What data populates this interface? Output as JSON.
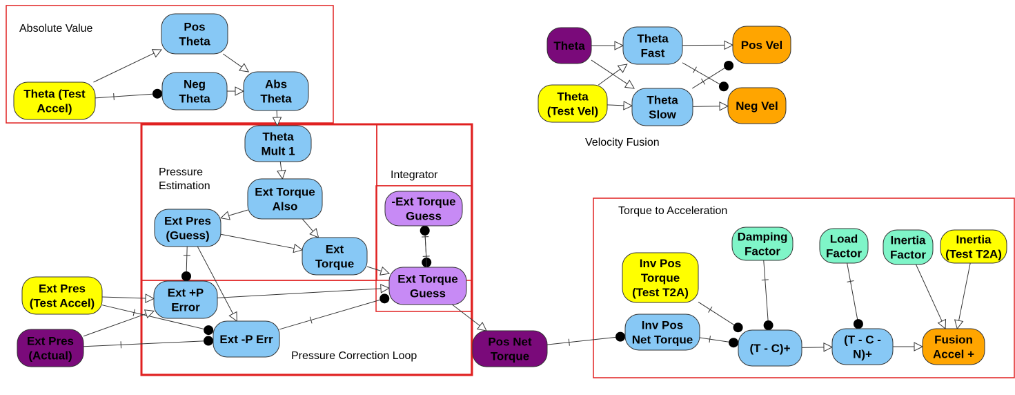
{
  "colors": {
    "blue": "#87c8f5",
    "yellow": "#ffff00",
    "purple": "#7a0a7a",
    "lavender": "#c78af5",
    "orange": "#ffa500",
    "mint": "#7ff5c8",
    "box_red": "#e02020"
  },
  "groups": [
    {
      "id": "absolute-value",
      "label": "Absolute Value"
    },
    {
      "id": "pressure-estimation",
      "label": "Pressure\nEstimation"
    },
    {
      "id": "integrator",
      "label": "Integrator"
    },
    {
      "id": "integrator-inner",
      "label": ""
    },
    {
      "id": "pressure-correction-loop",
      "label": "Pressure Correction Loop"
    },
    {
      "id": "velocity-fusion",
      "label": "Velocity Fusion"
    },
    {
      "id": "torque-to-acceleration",
      "label": "Torque to Acceleration"
    }
  ],
  "nodes": [
    {
      "id": "pos-theta",
      "label": "Pos\nTheta",
      "color": "blue"
    },
    {
      "id": "theta-test-accel",
      "label": "Theta (Test\nAccel)",
      "color": "yellow"
    },
    {
      "id": "neg-theta",
      "label": "Neg\nTheta",
      "color": "blue"
    },
    {
      "id": "abs-theta",
      "label": "Abs\nTheta",
      "color": "blue"
    },
    {
      "id": "theta-mult-1",
      "label": "Theta\nMult 1",
      "color": "blue"
    },
    {
      "id": "ext-torque-also",
      "label": "Ext Torque\nAlso",
      "color": "blue"
    },
    {
      "id": "ext-pres-guess",
      "label": "Ext Pres\n(Guess)",
      "color": "blue"
    },
    {
      "id": "ext-torque",
      "label": "Ext\nTorque",
      "color": "blue"
    },
    {
      "id": "neg-ext-torque-guess",
      "label": "-Ext Torque\nGuess",
      "color": "lavender"
    },
    {
      "id": "ext-torque-guess",
      "label": "Ext Torque\nGuess",
      "color": "lavender"
    },
    {
      "id": "ext-pres-test-accel",
      "label": "Ext Pres\n(Test Accel)",
      "color": "yellow"
    },
    {
      "id": "ext-pres-actual",
      "label": "Ext Pres\n(Actual)",
      "color": "purple"
    },
    {
      "id": "ext-p-plus-error",
      "label": "Ext +P\nError",
      "color": "blue"
    },
    {
      "id": "ext-p-minus-err",
      "label": "Ext -P Err",
      "color": "blue"
    },
    {
      "id": "pos-net-torque",
      "label": "Pos Net\nTorque",
      "color": "purple"
    },
    {
      "id": "theta",
      "label": "Theta",
      "color": "purple"
    },
    {
      "id": "theta-fast",
      "label": "Theta\nFast",
      "color": "blue"
    },
    {
      "id": "pos-vel",
      "label": "Pos Vel",
      "color": "orange"
    },
    {
      "id": "theta-test-vel",
      "label": "Theta\n(Test Vel)",
      "color": "yellow"
    },
    {
      "id": "theta-slow",
      "label": "Theta\nSlow",
      "color": "blue"
    },
    {
      "id": "neg-vel",
      "label": "Neg Vel",
      "color": "orange"
    },
    {
      "id": "damping-factor",
      "label": "Damping\nFactor",
      "color": "mint"
    },
    {
      "id": "load-factor",
      "label": "Load\nFactor",
      "color": "mint"
    },
    {
      "id": "inertia-factor",
      "label": "Inertia\nFactor",
      "color": "mint"
    },
    {
      "id": "inertia-test-t2a",
      "label": "Inertia\n(Test T2A)",
      "color": "yellow"
    },
    {
      "id": "inv-pos-torque-test-t2a",
      "label": "Inv Pos\nTorque\n(Test T2A)",
      "color": "yellow"
    },
    {
      "id": "inv-pos-net-torque",
      "label": "Inv Pos\nNet Torque",
      "color": "blue"
    },
    {
      "id": "t-minus-c-plus",
      "label": "(T - C)+",
      "color": "blue"
    },
    {
      "id": "t-c-n-plus",
      "label": "(T - C -\nN)+",
      "color": "blue"
    },
    {
      "id": "fusion-accel-plus",
      "label": "Fusion\nAccel +",
      "color": "orange"
    }
  ],
  "edges": [
    {
      "from": "theta-test-accel",
      "to": "pos-theta",
      "head": "triangle"
    },
    {
      "from": "theta-test-accel",
      "to": "neg-theta",
      "head": "dot"
    },
    {
      "from": "pos-theta",
      "to": "abs-theta",
      "head": "triangle"
    },
    {
      "from": "neg-theta",
      "to": "abs-theta",
      "head": "triangle"
    },
    {
      "from": "abs-theta",
      "to": "theta-mult-1",
      "head": "triangle"
    },
    {
      "from": "theta-mult-1",
      "to": "ext-torque-also",
      "head": "triangle"
    },
    {
      "from": "ext-torque-also",
      "to": "ext-pres-guess",
      "head": "triangle"
    },
    {
      "from": "ext-torque-also",
      "to": "ext-torque",
      "head": "triangle"
    },
    {
      "from": "ext-pres-guess",
      "to": "ext-torque",
      "head": "triangle"
    },
    {
      "from": "ext-pres-guess",
      "to": "ext-p-plus-error",
      "head": "dot"
    },
    {
      "from": "ext-pres-guess",
      "to": "ext-p-minus-err",
      "head": "triangle"
    },
    {
      "from": "ext-torque",
      "to": "ext-torque-guess",
      "head": "triangle"
    },
    {
      "from": "neg-ext-torque-guess",
      "to": "ext-torque-guess",
      "head": "dot"
    },
    {
      "from": "ext-torque-guess",
      "to": "neg-ext-torque-guess",
      "head": "dot"
    },
    {
      "from": "ext-pres-test-accel",
      "to": "ext-p-plus-error",
      "head": "triangle"
    },
    {
      "from": "ext-pres-test-accel",
      "to": "ext-p-minus-err",
      "head": "dot"
    },
    {
      "from": "ext-pres-actual",
      "to": "ext-p-plus-error",
      "head": "triangle"
    },
    {
      "from": "ext-pres-actual",
      "to": "ext-p-minus-err",
      "head": "dot"
    },
    {
      "from": "ext-p-plus-error",
      "to": "ext-torque-guess",
      "head": "triangle"
    },
    {
      "from": "ext-p-minus-err",
      "to": "ext-torque-guess",
      "head": "dot"
    },
    {
      "from": "ext-torque-guess",
      "to": "pos-net-torque",
      "head": "triangle"
    },
    {
      "from": "pos-net-torque",
      "to": "inv-pos-net-torque",
      "head": "dot"
    },
    {
      "from": "theta",
      "to": "theta-fast",
      "head": "triangle"
    },
    {
      "from": "theta",
      "to": "theta-slow",
      "head": "triangle"
    },
    {
      "from": "theta-test-vel",
      "to": "theta-fast",
      "head": "triangle"
    },
    {
      "from": "theta-test-vel",
      "to": "theta-slow",
      "head": "triangle"
    },
    {
      "from": "theta-fast",
      "to": "pos-vel",
      "head": "triangle"
    },
    {
      "from": "theta-fast",
      "to": "neg-vel",
      "head": "dot"
    },
    {
      "from": "theta-slow",
      "to": "pos-vel",
      "head": "dot"
    },
    {
      "from": "theta-slow",
      "to": "neg-vel",
      "head": "triangle"
    },
    {
      "from": "inv-pos-net-torque",
      "to": "t-minus-c-plus",
      "head": "dot"
    },
    {
      "from": "inv-pos-torque-test-t2a",
      "to": "t-minus-c-plus",
      "head": "dot"
    },
    {
      "from": "damping-factor",
      "to": "t-minus-c-plus",
      "head": "dot"
    },
    {
      "from": "t-minus-c-plus",
      "to": "t-c-n-plus",
      "head": "triangle"
    },
    {
      "from": "load-factor",
      "to": "t-c-n-plus",
      "head": "dot"
    },
    {
      "from": "t-c-n-plus",
      "to": "fusion-accel-plus",
      "head": "triangle"
    },
    {
      "from": "inertia-factor",
      "to": "fusion-accel-plus",
      "head": "triangle"
    },
    {
      "from": "inertia-test-t2a",
      "to": "fusion-accel-plus",
      "head": "triangle"
    }
  ]
}
